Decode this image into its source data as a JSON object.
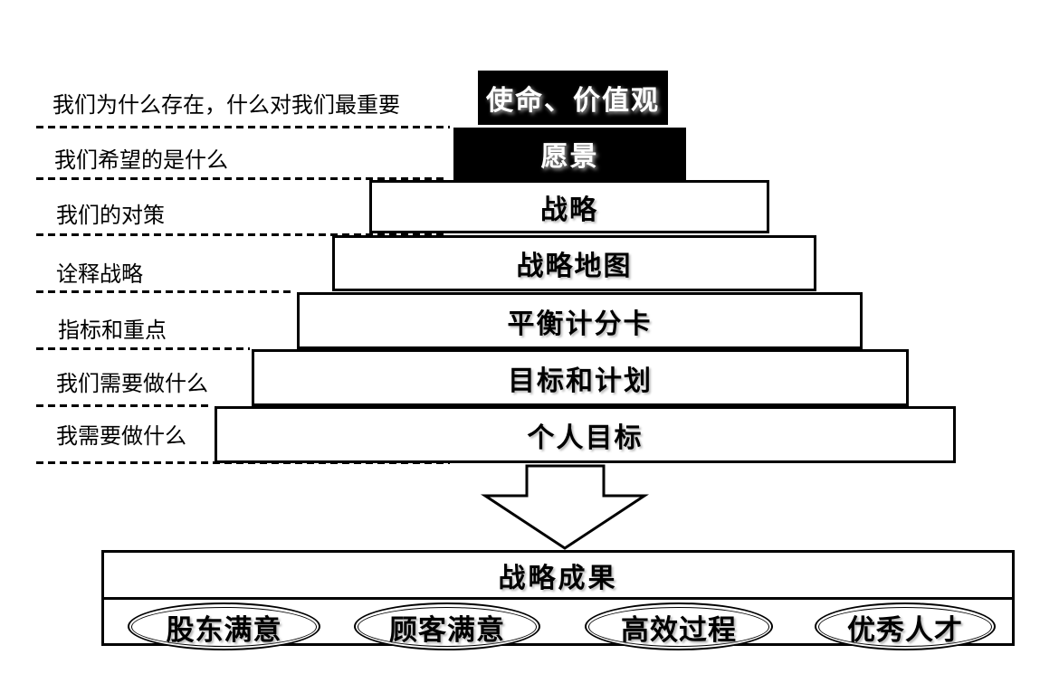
{
  "rows": [
    {
      "question": "我们为什么存在，什么对我们最重要",
      "level": "使命、价值观"
    },
    {
      "question": "我们希望的是什么",
      "level": "愿景"
    },
    {
      "question": "我们的对策",
      "level": "战略"
    },
    {
      "question": "诠释战略",
      "level": "战略地图"
    },
    {
      "question": "指标和重点",
      "level": "平衡计分卡"
    },
    {
      "question": "我们需要做什么",
      "level": "目标和计划"
    },
    {
      "question": "我需要做什么",
      "level": "个人目标"
    }
  ],
  "outcome": {
    "title": "战略成果",
    "items": [
      "股东满意",
      "顾客满意",
      "高效过程",
      "优秀人才"
    ]
  },
  "icons": {
    "arrow": "down-arrow"
  },
  "colors": {
    "emphasis_bg": "#000000",
    "box_bg": "#ffffff",
    "ink": "#000000"
  }
}
